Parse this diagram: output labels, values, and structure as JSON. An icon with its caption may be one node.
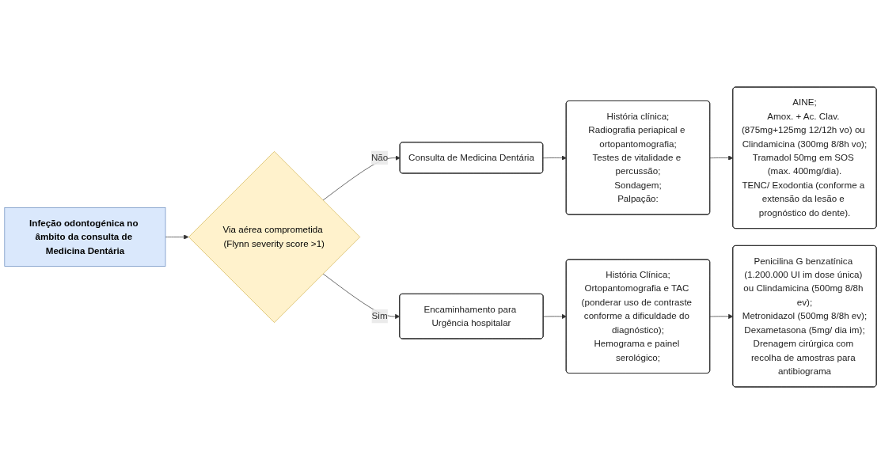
{
  "diagram": {
    "nodes": [
      {
        "text": [
          "Infeção odontogénica no âmbito da consulta de Medicina Dentária"
        ]
      },
      {
        "text": [
          "Via aérea comprometida (Flynn severity score >1)"
        ]
      },
      {
        "text": [
          "Consulta de Medicina Dentária"
        ]
      },
      {
        "text": [
          "História clínica;",
          "Radiografia periapical e ortopantomografia;",
          "Testes de vitalidade e percussão;",
          "Sondagem;",
          "Palpação:"
        ]
      },
      {
        "text": [
          "AINE;",
          "Amox. + Ac. Clav. (875mg+125mg 12/12h vo) ou Clindamicina (300mg 8/8h vo);",
          "Tramadol 50mg em SOS (max. 400mg/dia).",
          "TENC/ Exodontia (conforme a extensão da lesão e prognóstico do dente)."
        ]
      },
      {
        "text": [
          "Encaminhamento para Urgência hospitalar"
        ]
      },
      {
        "text": [
          "História Clínica;",
          "Ortopantomografia e TAC (ponderar uso de contraste conforme a dificuldade do diagnóstico);",
          "Hemograma e painel serológico;"
        ]
      },
      {
        "text": [
          "Penicilina G benzatínica (1.200.000 UI im dose única) ou Clindamicina (500mg 8/8h ev);",
          "Metronidazol (500mg 8/8h ev);",
          "Dexametasona (5mg/ dia im);",
          "Drenagem cirúrgica com recolha de amostras para antibiograma"
        ]
      }
    ],
    "edges": [
      {
        "from": 0,
        "to": 1,
        "arrow": "to"
      },
      {
        "from": 1,
        "to": 2,
        "label": "Não",
        "arrow": "to"
      },
      {
        "from": 2,
        "to": 3,
        "arrow": "to"
      },
      {
        "from": 3,
        "to": 4,
        "arrow": "to"
      },
      {
        "from": 1,
        "to": 5,
        "label": "Sim",
        "arrow": "to"
      },
      {
        "from": 5,
        "to": 6,
        "arrow": "to"
      },
      {
        "from": 6,
        "to": 7,
        "arrow": "to"
      }
    ]
  }
}
